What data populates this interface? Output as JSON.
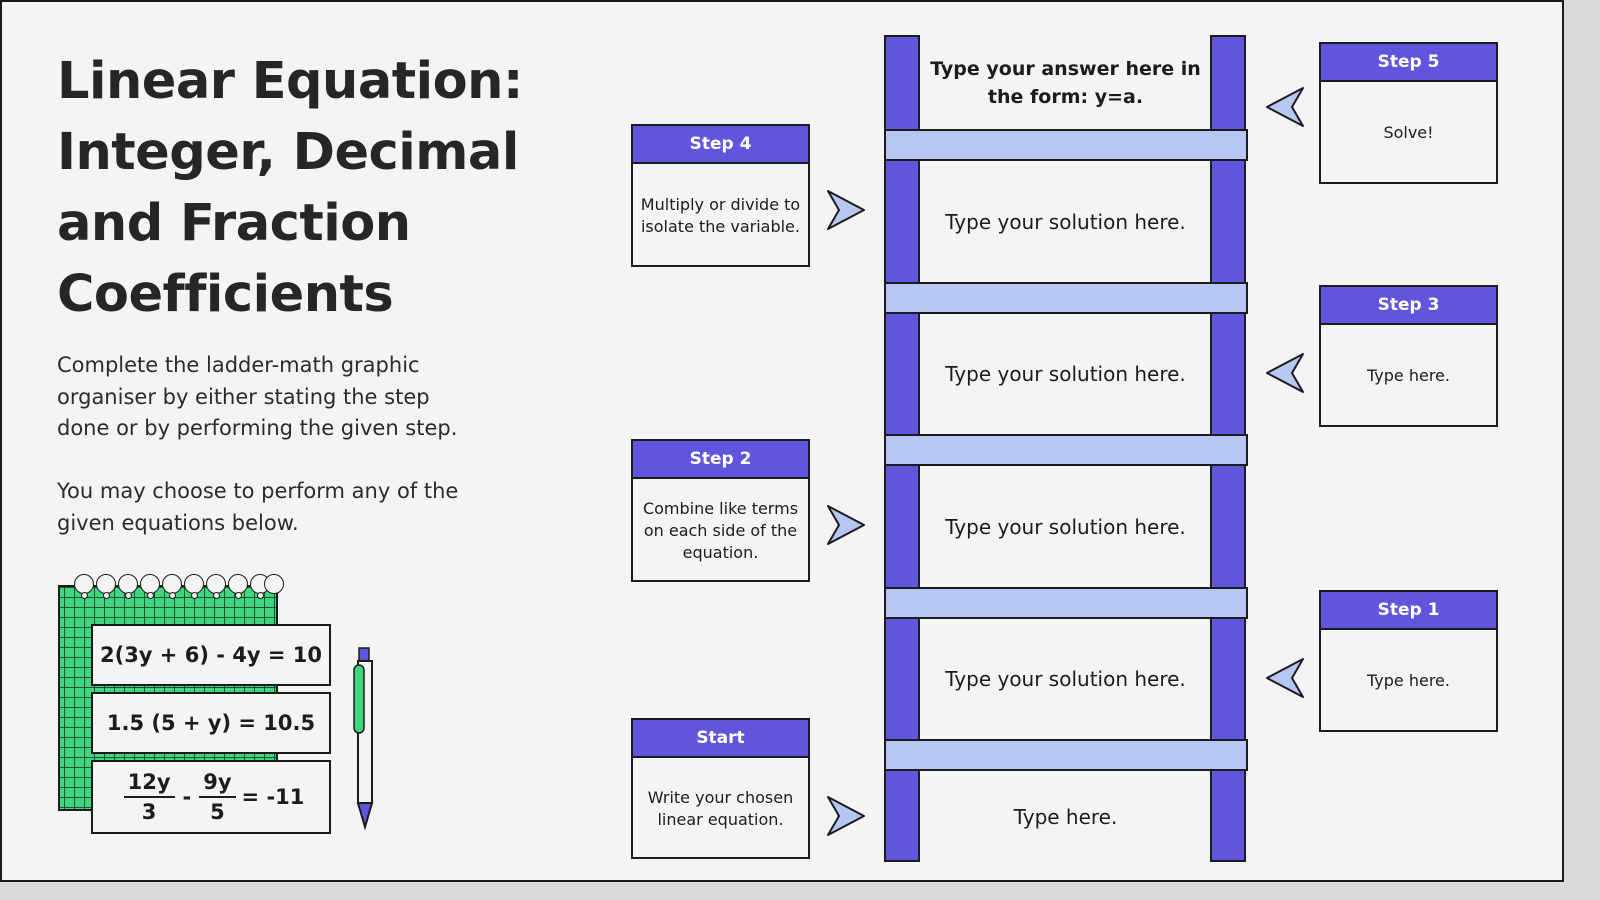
{
  "title_lines": [
    "Linear Equation:",
    "Integer, Decimal",
    "and Fraction",
    "Coefficients"
  ],
  "description": {
    "para1_lines": [
      "Complete the ladder-math graphic",
      "organiser by either stating the step",
      "done or by performing the given step."
    ],
    "para2_lines": [
      "You may choose to perform any of the",
      "given equations below."
    ]
  },
  "equations": {
    "eq1": "2(3y + 6) - 4y = 10",
    "eq2": "1.5 (5 + y) = 10.5",
    "eq3": {
      "frac1_num": "12y",
      "frac1_den": "3",
      "minus": "-",
      "frac2_num": "9y",
      "frac2_den": "5",
      "rhs": "= -11"
    }
  },
  "ladder": {
    "answer_lines": [
      "Type your answer here in",
      "the form: y=a."
    ],
    "row_step4": "Type your solution here.",
    "row_step3": "Type your solution here.",
    "row_step2": "Type your solution here.",
    "row_step1": "Type your solution here.",
    "row_start": "Type here."
  },
  "steps": {
    "step5": {
      "label": "Step 5",
      "text_lines": [
        "Solve!"
      ]
    },
    "step4": {
      "label": "Step 4",
      "text_lines": [
        "Multiply or divide to",
        "isolate the variable."
      ]
    },
    "step3": {
      "label": "Step 3",
      "text_lines": [
        "Type here."
      ]
    },
    "step2": {
      "label": "Step 2",
      "text_lines": [
        "Combine like terms",
        "on each side of the",
        "equation."
      ]
    },
    "step1": {
      "label": "Step 1",
      "text_lines": [
        "Type here."
      ]
    },
    "start": {
      "label": "Start",
      "text_lines": [
        "Write your chosen",
        "linear equation."
      ]
    }
  },
  "icons": [
    "notebook-icon",
    "pen-icon",
    "arrow-left-icon",
    "arrow-right-icon"
  ],
  "colors": {
    "accent_purple": "#6155dd",
    "rung_blue": "#b6c7f4",
    "notebook_green": "#3fd67f",
    "arrow_fill": "#b6c7f4",
    "background": "#f4f4f4",
    "ink": "#1c1c1c"
  }
}
